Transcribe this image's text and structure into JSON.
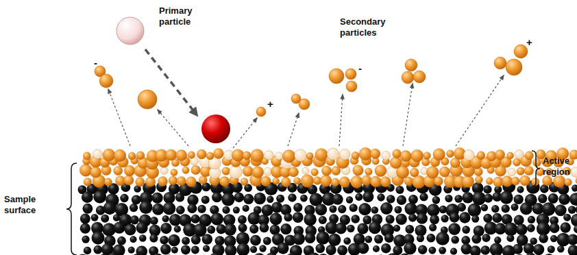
{
  "diagram": {
    "labels": [
      "Primary particle",
      "Secondary particles",
      "Sample surface",
      "Active region",
      "-",
      "+",
      "-",
      "+"
    ]
  }
}
